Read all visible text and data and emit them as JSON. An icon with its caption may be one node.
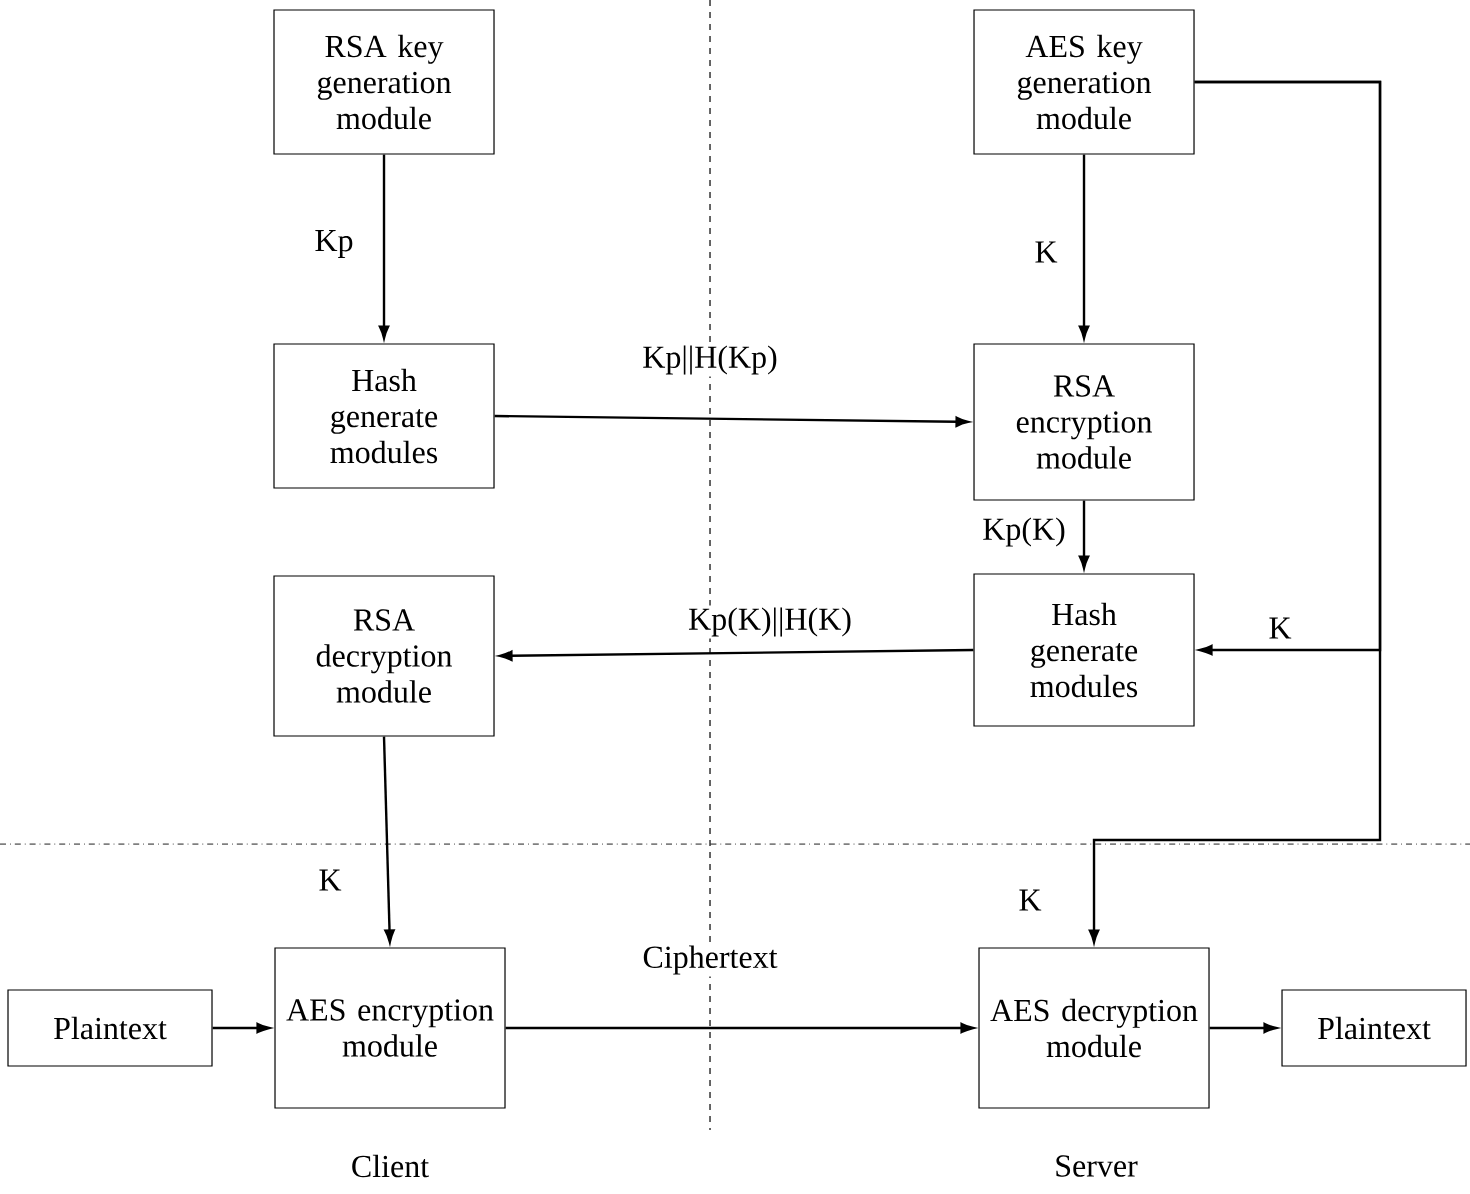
{
  "diagram": {
    "nodes": [
      {
        "text": [
          "RSA key generation module"
        ]
      },
      {
        "text": [
          "AES key generation module"
        ]
      },
      {
        "text": [
          "Hash generate modules"
        ]
      },
      {
        "text": [
          "RSA encryption module"
        ]
      },
      {
        "text": [
          "RSA decryption module"
        ]
      },
      {
        "text": [
          "Hash generate modules"
        ]
      },
      {
        "text": [
          "Plaintext"
        ]
      },
      {
        "text": [
          "AES encryption module"
        ]
      },
      {
        "text": [
          "AES decryption module"
        ]
      },
      {
        "text": [
          "Plaintext"
        ]
      }
    ],
    "edges": [
      {
        "from": 0,
        "to": 2,
        "arrow": "to",
        "label": "Kp"
      },
      {
        "from": 1,
        "to": 3,
        "arrow": "to",
        "label": "K"
      },
      {
        "from": 2,
        "to": 3,
        "arrow": "to",
        "label": "Kp||H(Kp)"
      },
      {
        "from": 3,
        "to": 5,
        "arrow": "to",
        "label": "Kp(K)"
      },
      {
        "from": 5,
        "to": 4,
        "arrow": "to",
        "label": "Kp(K)||H(K)"
      },
      {
        "from": 1,
        "to": 5,
        "arrow": "to",
        "label": "K"
      },
      {
        "from": 4,
        "to": 7,
        "arrow": "to",
        "label": "K"
      },
      {
        "from": 1,
        "to": 8,
        "arrow": "to",
        "label": "K"
      },
      {
        "from": 6,
        "to": 7,
        "arrow": "to"
      },
      {
        "from": 7,
        "to": 8,
        "arrow": "to",
        "label": "Ciphertext"
      },
      {
        "from": 8,
        "to": 9,
        "arrow": "to"
      }
    ],
    "labels": [
      "Client",
      "Server"
    ]
  }
}
